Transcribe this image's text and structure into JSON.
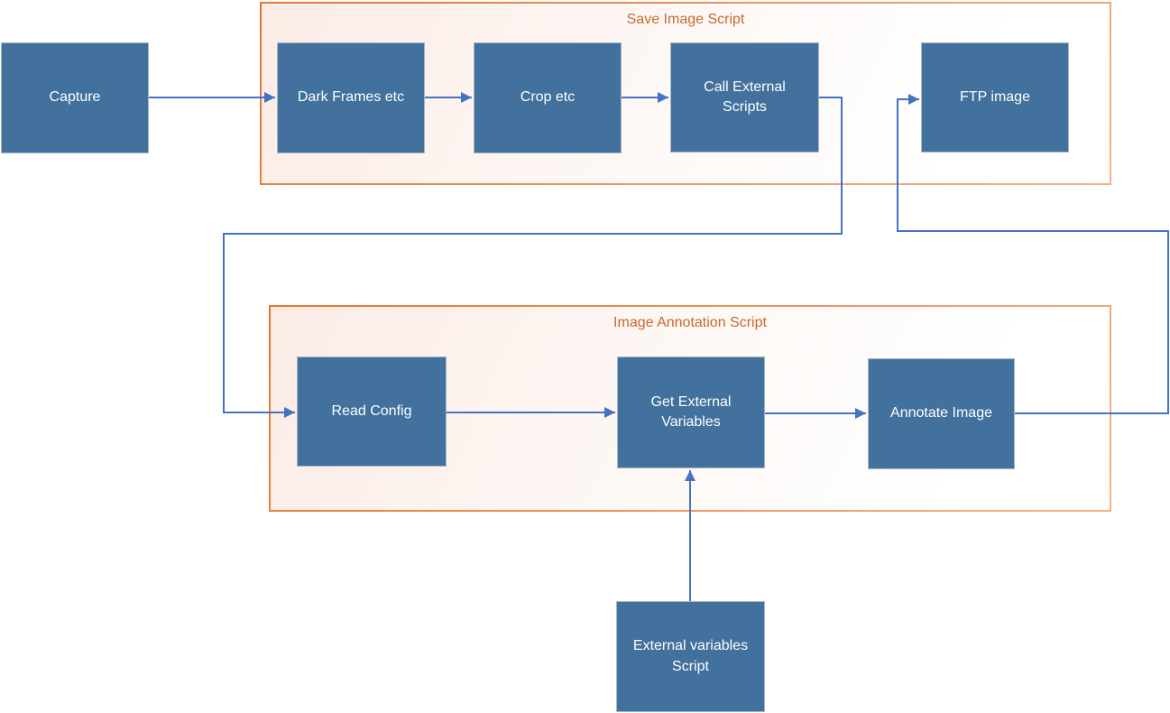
{
  "diagram": {
    "containers": {
      "save": {
        "title": "Save Image Script"
      },
      "annotation": {
        "title": "Image Annotation Script"
      }
    },
    "nodes": {
      "capture": {
        "label": "Capture"
      },
      "dark_frames": {
        "label": "Dark Frames etc"
      },
      "crop": {
        "label": "Crop etc"
      },
      "call_external": {
        "label": "Call External\nScripts"
      },
      "ftp": {
        "label": "FTP image"
      },
      "read_config": {
        "label": "Read Config"
      },
      "get_external": {
        "label": "Get External\nVariables"
      },
      "annotate": {
        "label": "Annotate Image"
      },
      "external_vars": {
        "label": "External variables\nScript"
      }
    },
    "edges": [
      {
        "from": "capture",
        "to": "dark-frames"
      },
      {
        "from": "dark-frames",
        "to": "crop"
      },
      {
        "from": "crop",
        "to": "call-external-scripts"
      },
      {
        "from": "call-external-scripts",
        "to": "read-config"
      },
      {
        "from": "annotate-image",
        "to": "ftp-image"
      },
      {
        "from": "read-config",
        "to": "get-external-variables"
      },
      {
        "from": "get-external-variables",
        "to": "annotate-image"
      },
      {
        "from": "external-variables-script",
        "to": "get-external-variables"
      }
    ],
    "colors": {
      "node_fill": "#41719C",
      "node_border": "#A9B7C6",
      "node_text": "#FFFFFF",
      "arrow": "#4472C4",
      "container_border_strong": "#E2772F",
      "container_border_soft": "#F2B488",
      "container_title": "#C9682A",
      "container_fill_start": "#FCEBE5"
    }
  }
}
